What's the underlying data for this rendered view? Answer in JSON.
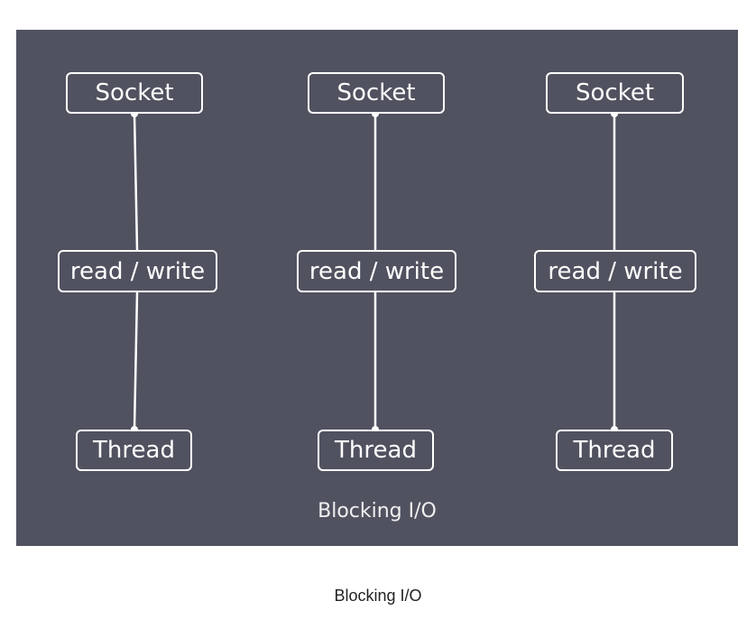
{
  "diagram": {
    "columns": [
      {
        "socket": "Socket",
        "io": "read / write",
        "thread": "Thread"
      },
      {
        "socket": "Socket",
        "io": "read / write",
        "thread": "Thread"
      },
      {
        "socket": "Socket",
        "io": "read / write",
        "thread": "Thread"
      }
    ],
    "panel_caption": "Blocking I/O"
  },
  "figure_caption": "Blocking I/O",
  "colors": {
    "panel_background": "#505260",
    "stroke": "#ffffff"
  }
}
